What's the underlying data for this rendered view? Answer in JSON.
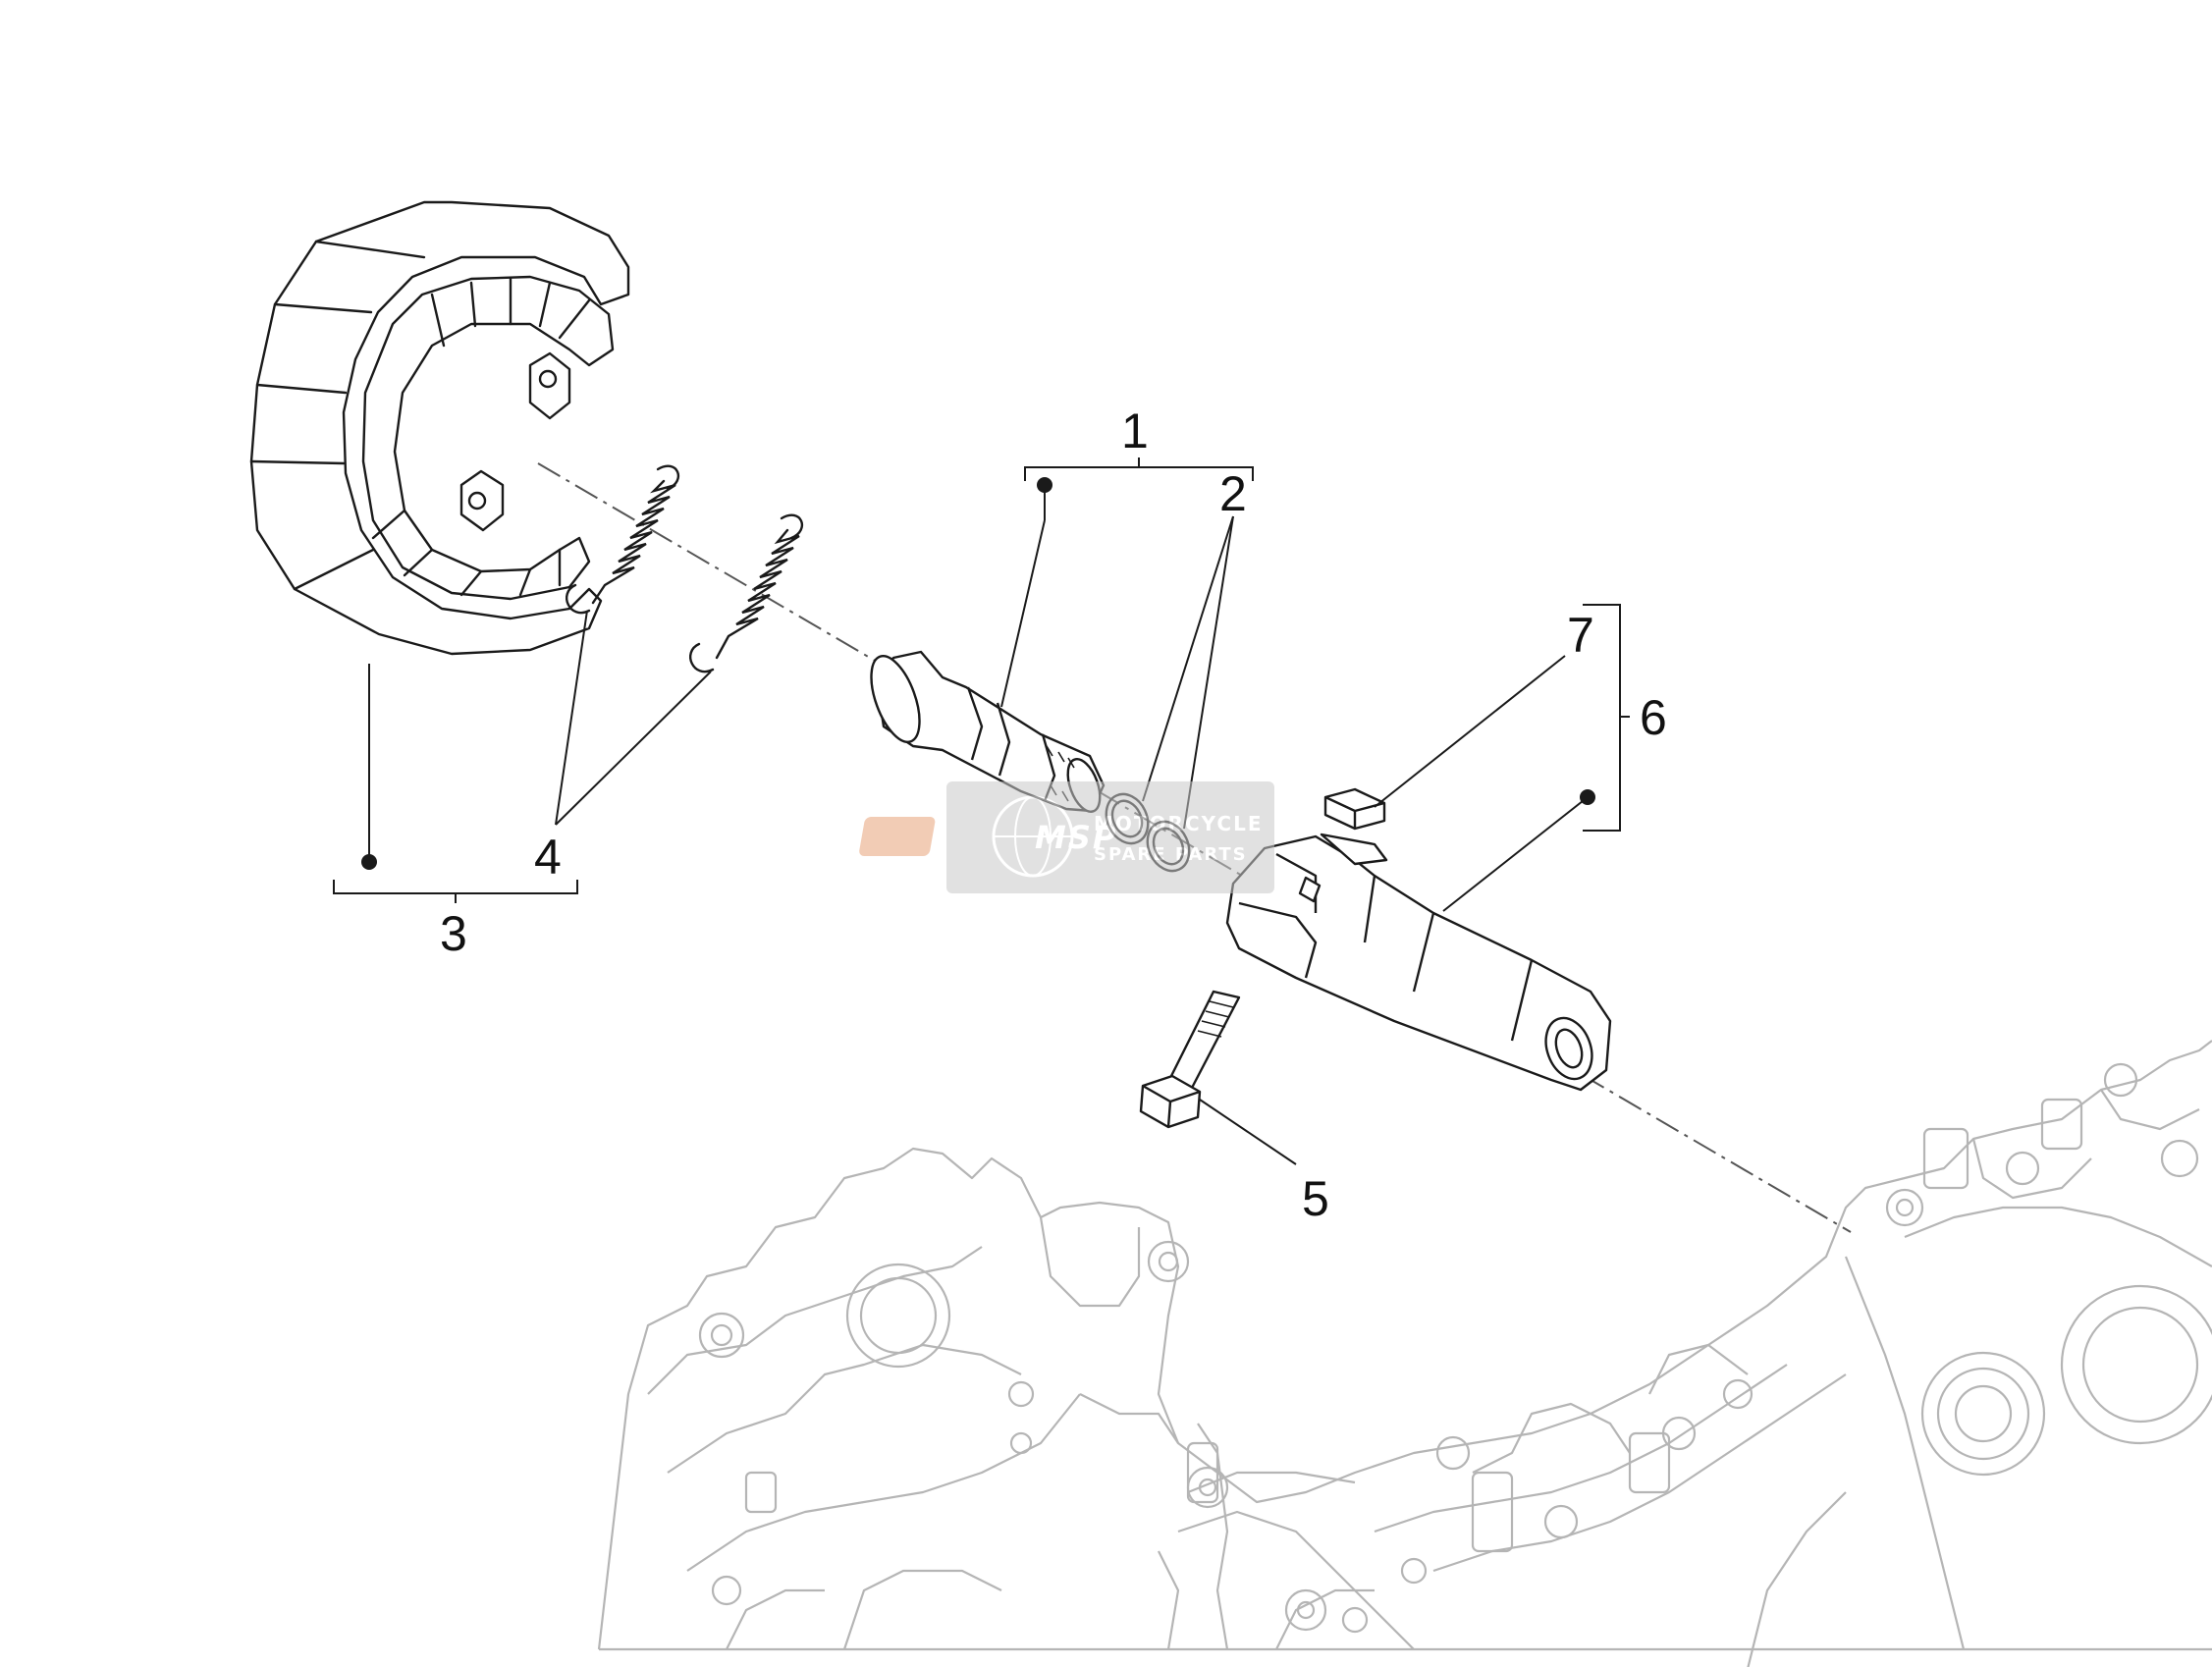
{
  "diagram": {
    "callouts": {
      "c1": "1",
      "c2": "2",
      "c3": "3",
      "c4": "4",
      "c5": "5",
      "c6": "6",
      "c7": "7"
    },
    "watermark": {
      "logo_text": "MSP",
      "line1": "MOTORCYCLE",
      "line2": "SPARE PARTS"
    },
    "colors": {
      "line": "#1a1a1a",
      "background_engine": "#b8b8b8",
      "watermark_bg": "#c9c9c9",
      "watermark_logo": "#e8a37a"
    }
  }
}
